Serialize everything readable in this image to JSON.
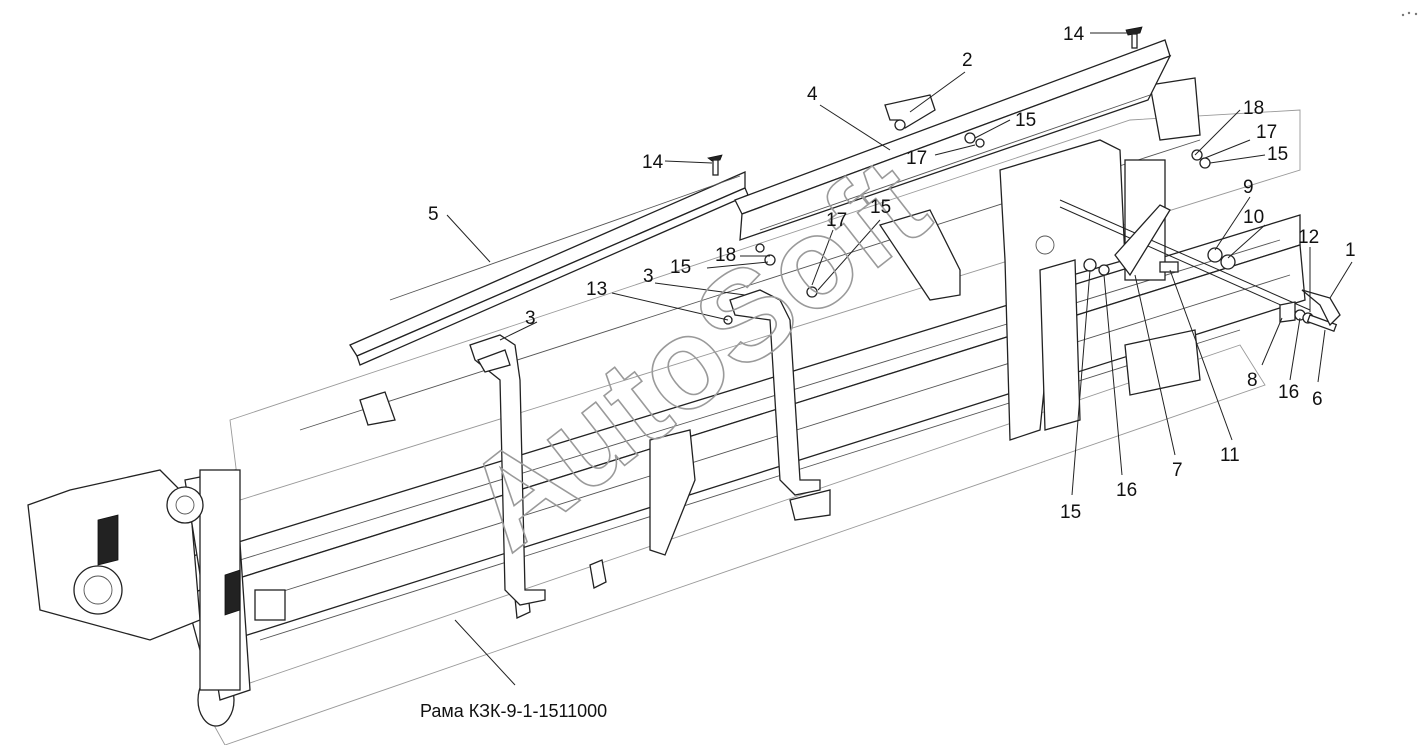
{
  "figure": {
    "caption": "Рама КЗК-9-1-1511000",
    "watermark": "AutoSoft",
    "callouts": [
      {
        "id": "c-14a",
        "text": "14"
      },
      {
        "id": "c-2",
        "text": "2"
      },
      {
        "id": "c-4",
        "text": "4"
      },
      {
        "id": "c-15a",
        "text": "15"
      },
      {
        "id": "c-17a",
        "text": "17"
      },
      {
        "id": "c-18a",
        "text": "18"
      },
      {
        "id": "c-17b",
        "text": "17"
      },
      {
        "id": "c-15b",
        "text": "15"
      },
      {
        "id": "c-14b",
        "text": "14"
      },
      {
        "id": "c-5",
        "text": "5"
      },
      {
        "id": "c-17c",
        "text": "17"
      },
      {
        "id": "c-15c",
        "text": "15"
      },
      {
        "id": "c-18b",
        "text": "18"
      },
      {
        "id": "c-15d",
        "text": "15"
      },
      {
        "id": "c-13",
        "text": "13"
      },
      {
        "id": "c-3a",
        "text": "3"
      },
      {
        "id": "c-3b",
        "text": "3"
      },
      {
        "id": "c-9",
        "text": "9"
      },
      {
        "id": "c-10",
        "text": "10"
      },
      {
        "id": "c-12",
        "text": "12"
      },
      {
        "id": "c-1",
        "text": "1"
      },
      {
        "id": "c-8",
        "text": "8"
      },
      {
        "id": "c-16a",
        "text": "16"
      },
      {
        "id": "c-6",
        "text": "6"
      },
      {
        "id": "c-11",
        "text": "11"
      },
      {
        "id": "c-7",
        "text": "7"
      },
      {
        "id": "c-16b",
        "text": "16"
      },
      {
        "id": "c-15e",
        "text": "15"
      }
    ]
  }
}
